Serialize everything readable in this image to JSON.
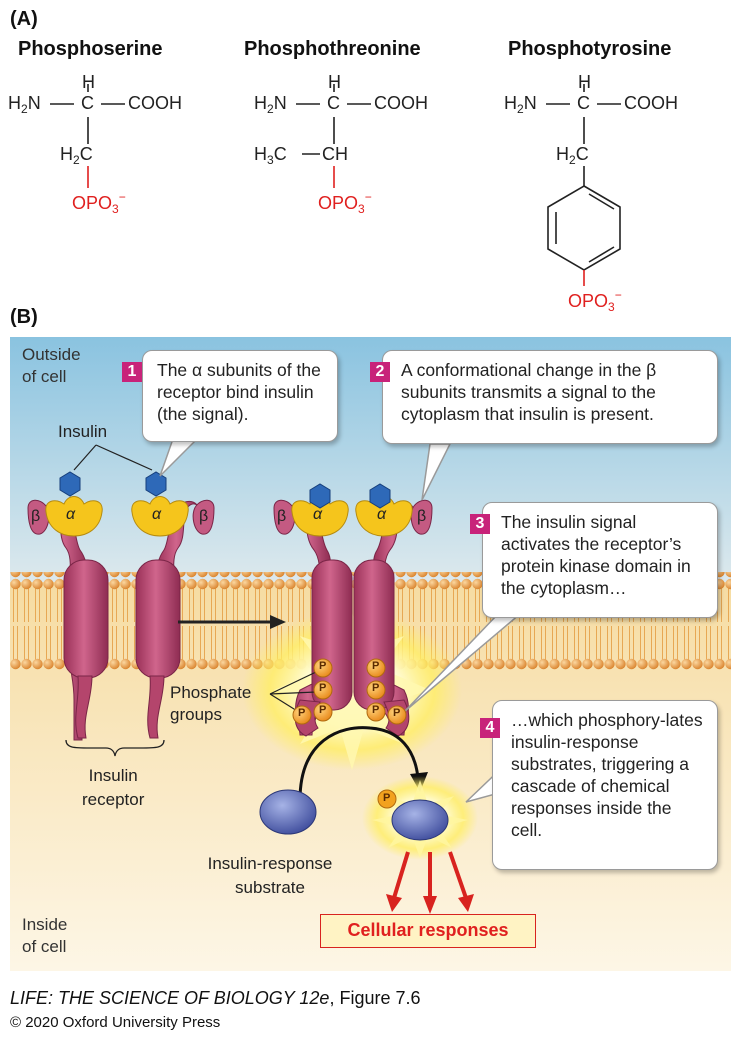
{
  "panel_a": {
    "label": "(A)",
    "serine": {
      "name": "Phosphoserine",
      "h": "H",
      "h2n": "H",
      "h2n_sub": "2",
      "h2n_n": "N",
      "c": "C",
      "cooh": "COOH",
      "h2c_h": "H",
      "h2c_sub": "2",
      "h2c_c": "C",
      "opo3": "OPO",
      "opo3_sub": "3",
      "opo3_sup": "−"
    },
    "threonine": {
      "name": "Phosphothreonine",
      "h": "H",
      "h2n": "H",
      "h2n_sub": "2",
      "h2n_n": "N",
      "c": "C",
      "cooh": "COOH",
      "h3c_h": "H",
      "h3c_sub": "3",
      "h3c_c": "C",
      "ch": "CH",
      "opo3": "OPO",
      "opo3_sub": "3",
      "opo3_sup": "−"
    },
    "tyrosine": {
      "name": "Phosphotyrosine",
      "h": "H",
      "h2n": "H",
      "h2n_sub": "2",
      "h2n_n": "N",
      "c": "C",
      "cooh": "COOH",
      "h2c_h": "H",
      "h2c_sub": "2",
      "h2c_c": "C",
      "opo3": "OPO",
      "opo3_sub": "3",
      "opo3_sup": "−"
    }
  },
  "panel_b": {
    "label": "(B)",
    "outside": [
      "Outside",
      "of cell"
    ],
    "inside": [
      "Inside",
      "of cell"
    ],
    "insulin": "Insulin",
    "alpha": "α",
    "beta": "β",
    "phosphate_groups": [
      "Phosphate",
      "groups"
    ],
    "p_label": "P",
    "insulin_receptor": [
      "Insulin",
      "receptor"
    ],
    "substrate": [
      "Insulin-response",
      "substrate"
    ],
    "cellular_responses": "Cellular responses",
    "steps": [
      {
        "num": "1",
        "text": "The α subunits of the receptor bind insulin (the signal)."
      },
      {
        "num": "2",
        "text": "A conformational change in the β subunits transmits a signal to the cytoplasm that insulin is present."
      },
      {
        "num": "3",
        "text": "The insulin signal activates the receptor’s protein kinase domain in the cytoplasm…"
      },
      {
        "num": "4",
        "text": "…which phosphory-lates insulin-response substrates, triggering a cascade of chemical responses inside the cell."
      }
    ]
  },
  "footer": {
    "title_italic": "LIFE: THE SCIENCE OF BIOLOGY 12e",
    "title_rest": ", Figure 7.6",
    "copyright": "© 2020 Oxford University Press"
  },
  "colors": {
    "outside_top": "#8fc6e2",
    "outside_bottom": "#d8e6ec",
    "inside_top": "#f7e0a9",
    "inside_bottom": "#fdf4e2",
    "receptor": "#b4456c",
    "alpha_subunit": "#f5c51c",
    "insulin": "#2e69b8",
    "lipid_head": "#e59a3b",
    "phosphate": "#f2a21e",
    "step_badge": "#c8237a",
    "red_text": "#e0201f"
  }
}
